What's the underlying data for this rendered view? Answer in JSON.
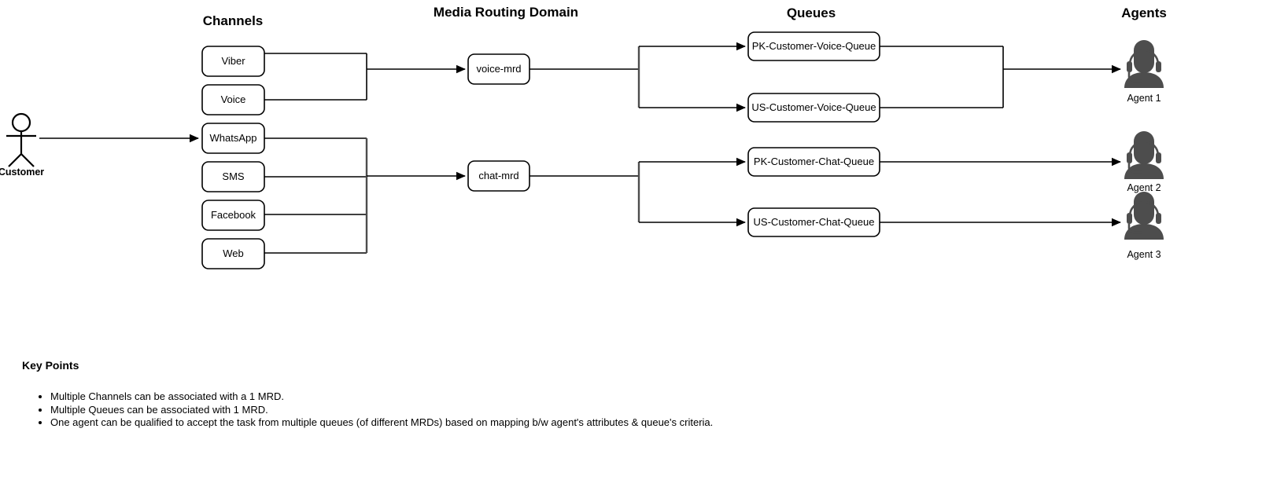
{
  "headers": {
    "channels": "Channels",
    "mrd": "Media Routing Domain",
    "queues": "Queues",
    "agents": "Agents"
  },
  "actor": {
    "label": "Customer",
    "icon": "stick-figure-person-icon"
  },
  "channels": [
    {
      "id": "viber",
      "label": "Viber",
      "group": "voice"
    },
    {
      "id": "voice",
      "label": "Voice",
      "group": "voice"
    },
    {
      "id": "whatsapp",
      "label": "WhatsApp",
      "group": "chat"
    },
    {
      "id": "sms",
      "label": "SMS",
      "group": "chat"
    },
    {
      "id": "facebook",
      "label": "Facebook",
      "group": "chat"
    },
    {
      "id": "web",
      "label": "Web",
      "group": "chat"
    }
  ],
  "mrds": [
    {
      "id": "voice-mrd",
      "label": "voice-mrd"
    },
    {
      "id": "chat-mrd",
      "label": "chat-mrd"
    }
  ],
  "queues": [
    {
      "id": "pk-voice",
      "label": "PK-Customer-Voice-Queue",
      "mrd": "voice-mrd"
    },
    {
      "id": "us-voice",
      "label": "US-Customer-Voice-Queue",
      "mrd": "voice-mrd"
    },
    {
      "id": "pk-chat",
      "label": "PK-Customer-Chat-Queue",
      "mrd": "chat-mrd"
    },
    {
      "id": "us-chat",
      "label": "US-Customer-Chat-Queue",
      "mrd": "chat-mrd"
    }
  ],
  "agents": [
    {
      "id": "agent-1",
      "label": "Agent 1",
      "icon": "headset-agent-icon"
    },
    {
      "id": "agent-2",
      "label": "Agent 2",
      "icon": "headset-agent-icon"
    },
    {
      "id": "agent-3",
      "label": "Agent 3",
      "icon": "headset-agent-icon"
    }
  ],
  "key_points": {
    "title": "Key Points",
    "items": [
      "Multiple Channels can be associated with a 1 MRD.",
      "Multiple Queues can be associated with 1 MRD.",
      "One agent can be qualified to accept the task from multiple queues (of different MRDs) based on mapping b/w agent's attributes & queue's criteria."
    ]
  },
  "colors": {
    "stroke": "#000000",
    "bus": "#4d4d4d",
    "agent_glyph": "#4d4d4d",
    "background": "#ffffff"
  }
}
